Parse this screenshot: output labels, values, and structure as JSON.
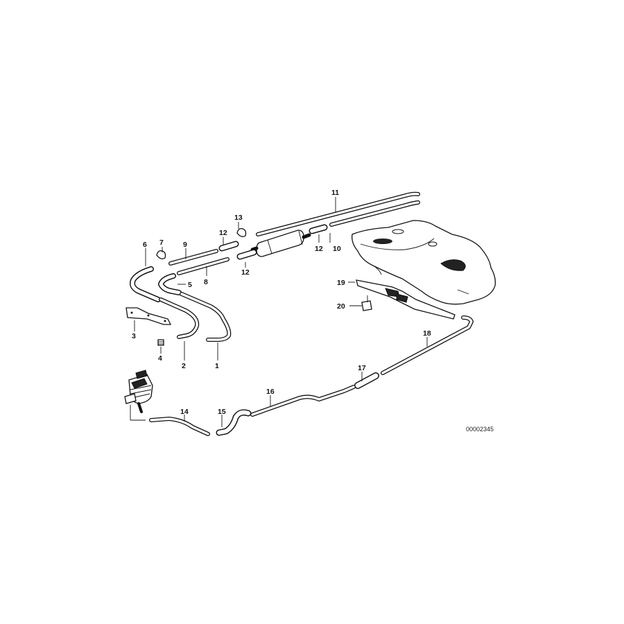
{
  "diagram": {
    "drawing_number": "00002345",
    "callouts": {
      "c1": "1",
      "c2": "2",
      "c3": "3",
      "c4": "4",
      "c5": "5",
      "c6": "6",
      "c7": "7",
      "c8": "8",
      "c9": "9",
      "c10": "10",
      "c11": "11",
      "c12a": "12",
      "c12b": "12",
      "c12c": "12",
      "c13": "13",
      "c14": "14",
      "c15": "15",
      "c16": "16",
      "c17": "17",
      "c18": "18",
      "c19": "19",
      "c20": "20"
    }
  }
}
